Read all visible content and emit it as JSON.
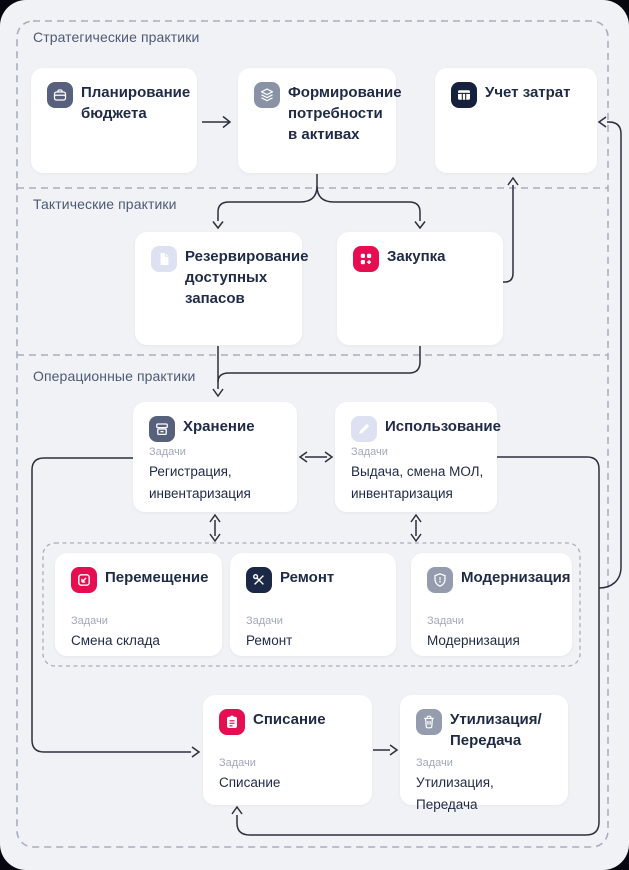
{
  "panel_bg": "#f1f2f6",
  "line_color": "#2b303b",
  "tasks_label": "Задачи",
  "sections": {
    "strategic": {
      "label": "Стратегические практики"
    },
    "tactical": {
      "label": "Тактические практики"
    },
    "operational": {
      "label": "Операционные практики"
    }
  },
  "cards": {
    "planning": {
      "title": "Планирование бюджета",
      "icon": "briefcase-icon",
      "icon_bg": "#57617b"
    },
    "demand": {
      "title": "Формирование потребности в активах",
      "icon": "layers-icon",
      "icon_bg": "#8a92a5"
    },
    "costs": {
      "title": "Учет затрат",
      "icon": "table-icon",
      "icon_bg": "#15213c"
    },
    "reserve": {
      "title": "Резервирование доступных запасов",
      "icon": "document-icon",
      "icon_bg": "#dde1f1"
    },
    "purchase": {
      "title": "Закупка",
      "icon": "apps-plus-icon",
      "icon_bg": "#e50e50"
    },
    "storage": {
      "title": "Хранение",
      "tasks": "Регистрация, инвентаризация",
      "icon": "archive-icon",
      "icon_bg": "#57617b"
    },
    "usage": {
      "title": "Использование",
      "tasks": "Выдача, смена МОЛ, инвентаризация",
      "icon": "pencil-icon",
      "icon_bg": "#dde1f1"
    },
    "move": {
      "title": "Перемещение",
      "tasks": "Смена склада",
      "icon": "box-arrow-icon",
      "icon_bg": "#e50e50"
    },
    "repair": {
      "title": "Ремонт",
      "tasks": "Ремонт",
      "icon": "tools-icon",
      "icon_bg": "#1b2946"
    },
    "upgrade": {
      "title": "Модернизация",
      "tasks": "Модернизация",
      "icon": "shield-icon",
      "icon_bg": "#949cae"
    },
    "writeoff": {
      "title": "Списание",
      "tasks": "Списание",
      "icon": "clipboard-icon",
      "icon_bg": "#e50e50"
    },
    "disposal": {
      "title": "Утилизация/ Передача",
      "tasks": "Утилизация, Передача",
      "icon": "trash-icon",
      "icon_bg": "#949cae"
    }
  }
}
